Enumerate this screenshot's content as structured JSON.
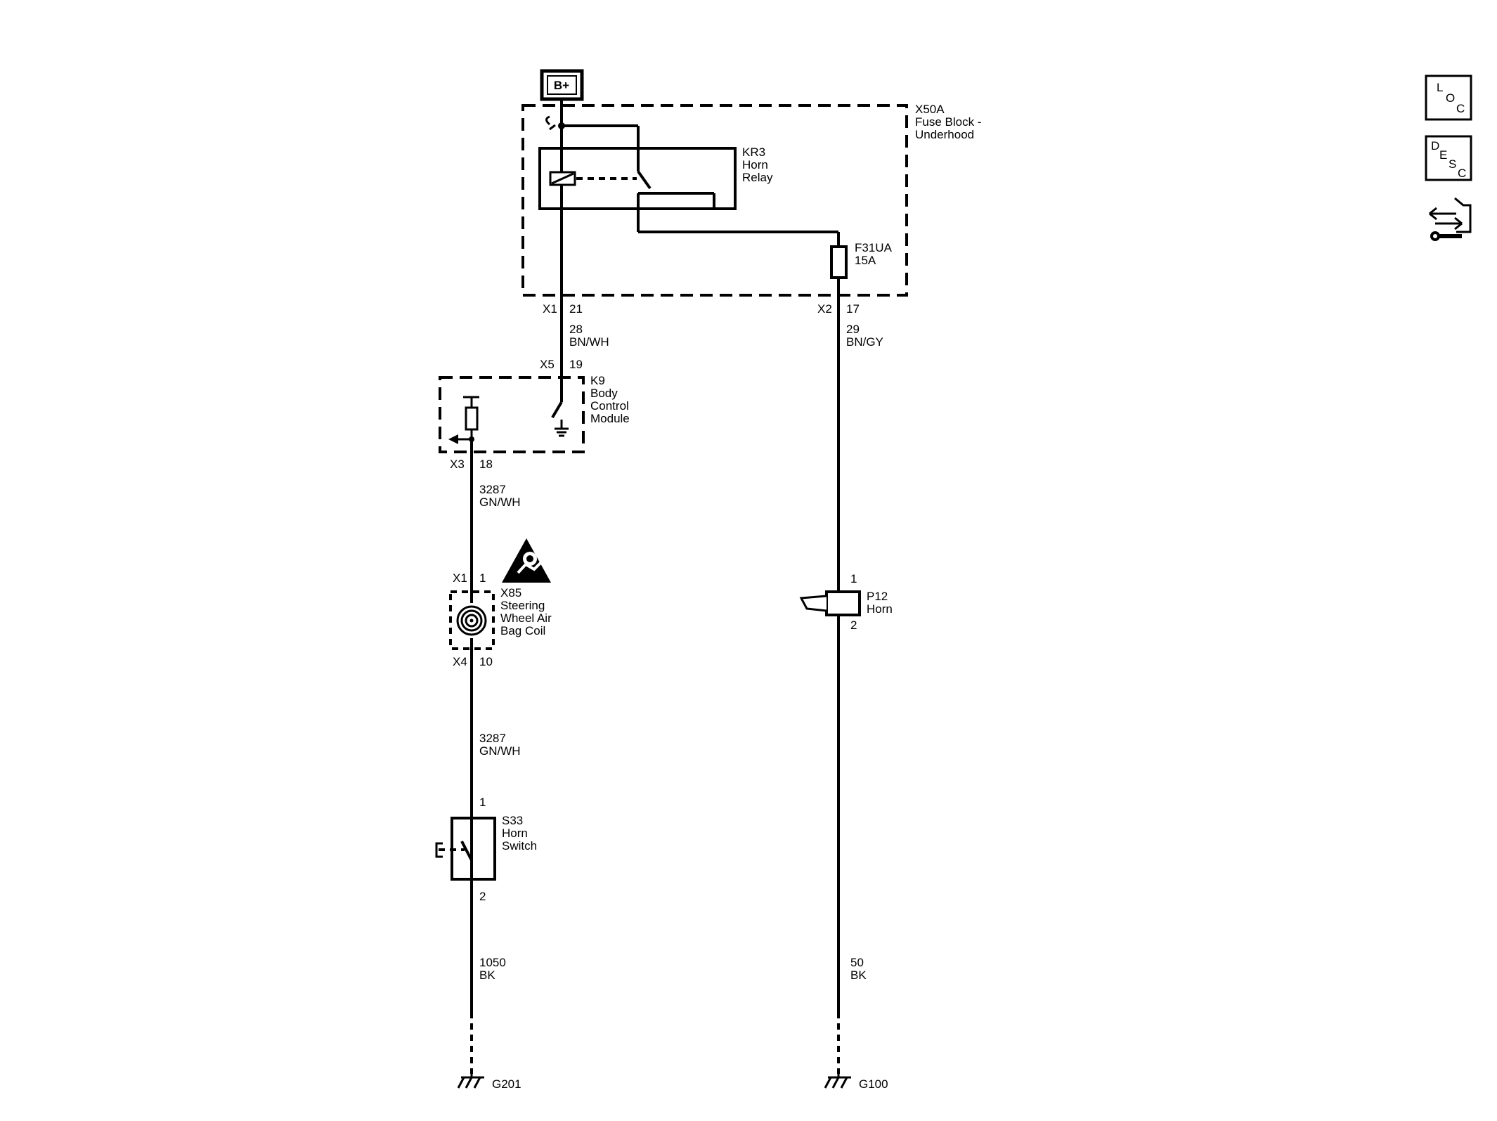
{
  "power_label": "B+",
  "fuse_block": {
    "name": "X50A",
    "desc1": "Fuse Block -",
    "desc2": "Underhood"
  },
  "relay": {
    "name": "KR3",
    "desc1": "Horn",
    "desc2": "Relay"
  },
  "fuse": {
    "name": "F31UA",
    "rating": "15A"
  },
  "conn_x1": "X1",
  "pin_21": "21",
  "conn_x2": "X2",
  "pin_17": "17",
  "wire_28": {
    "circuit": "28",
    "color": "BN/WH"
  },
  "wire_29": {
    "circuit": "29",
    "color": "BN/GY"
  },
  "conn_x5": "X5",
  "pin_19": "19",
  "bcm": {
    "name": "K9",
    "desc1": "Body",
    "desc2": "Control",
    "desc3": "Module"
  },
  "conn_x3": "X3",
  "pin_18": "18",
  "wire_3287_a": {
    "circuit": "3287",
    "color": "GN/WH"
  },
  "airbag": {
    "conn_top": "X1",
    "pin_top": "1",
    "name": "X85",
    "desc1": "Steering",
    "desc2": "Wheel Air",
    "desc3": "Bag Coil",
    "conn_bottom": "X4",
    "pin_bottom": "10"
  },
  "wire_3287_b": {
    "circuit": "3287",
    "color": "GN/WH"
  },
  "horn_switch": {
    "pin_top": "1",
    "name": "S33",
    "desc1": "Horn",
    "desc2": "Switch",
    "pin_bottom": "2"
  },
  "wire_1050": {
    "circuit": "1050",
    "color": "BK"
  },
  "horn": {
    "pin_top": "1",
    "name": "P12",
    "desc1": "Horn",
    "pin_bottom": "2"
  },
  "wire_50": {
    "circuit": "50",
    "color": "BK"
  },
  "ground_left": "G201",
  "ground_right": "G100",
  "side_icons": {
    "loc": {
      "l1": "L",
      "l2": "O",
      "l3": "C"
    },
    "desc": {
      "l1": "D",
      "l2": "E",
      "l3": "S",
      "l4": "C"
    }
  }
}
